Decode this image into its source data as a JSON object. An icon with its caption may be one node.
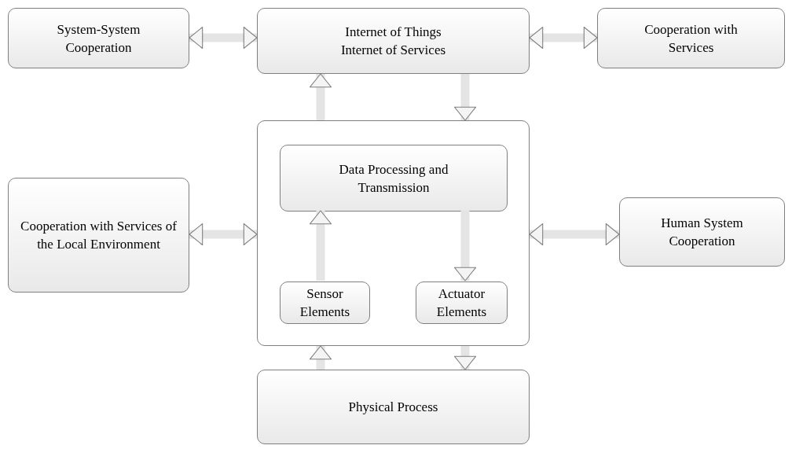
{
  "diagram": {
    "nodes": [
      {
        "text": [
          "System-System Cooperation"
        ]
      },
      {
        "text": [
          "Internet of Things",
          "Internet of Services"
        ]
      },
      {
        "text": [
          "Cooperation with Services"
        ]
      },
      {
        "text": [],
        "shape": "box"
      },
      {
        "text": [
          "Data Processing and Transmission"
        ],
        "in": 3
      },
      {
        "text": [
          "Sensor Elements"
        ],
        "in": 3
      },
      {
        "text": [
          "Actuator Elements"
        ],
        "in": 3
      },
      {
        "text": [
          "Cooperation with Services of the Local Environment"
        ]
      },
      {
        "text": [
          "Human System Cooperation"
        ]
      },
      {
        "text": [
          "Physical Process"
        ]
      }
    ],
    "edges": [
      {
        "from": 0,
        "to": 1,
        "arrow": "both"
      },
      {
        "from": 1,
        "to": 2,
        "arrow": "both"
      },
      {
        "from": 3,
        "to": 1,
        "arrow": "to"
      },
      {
        "from": 1,
        "to": 3,
        "arrow": "to"
      },
      {
        "from": 7,
        "to": 3,
        "arrow": "both"
      },
      {
        "from": 3,
        "to": 8,
        "arrow": "both"
      },
      {
        "from": 5,
        "to": 4,
        "arrow": "to"
      },
      {
        "from": 4,
        "to": 6,
        "arrow": "to"
      },
      {
        "from": 9,
        "to": 3,
        "arrow": "to"
      },
      {
        "from": 3,
        "to": 9,
        "arrow": "to"
      }
    ]
  }
}
